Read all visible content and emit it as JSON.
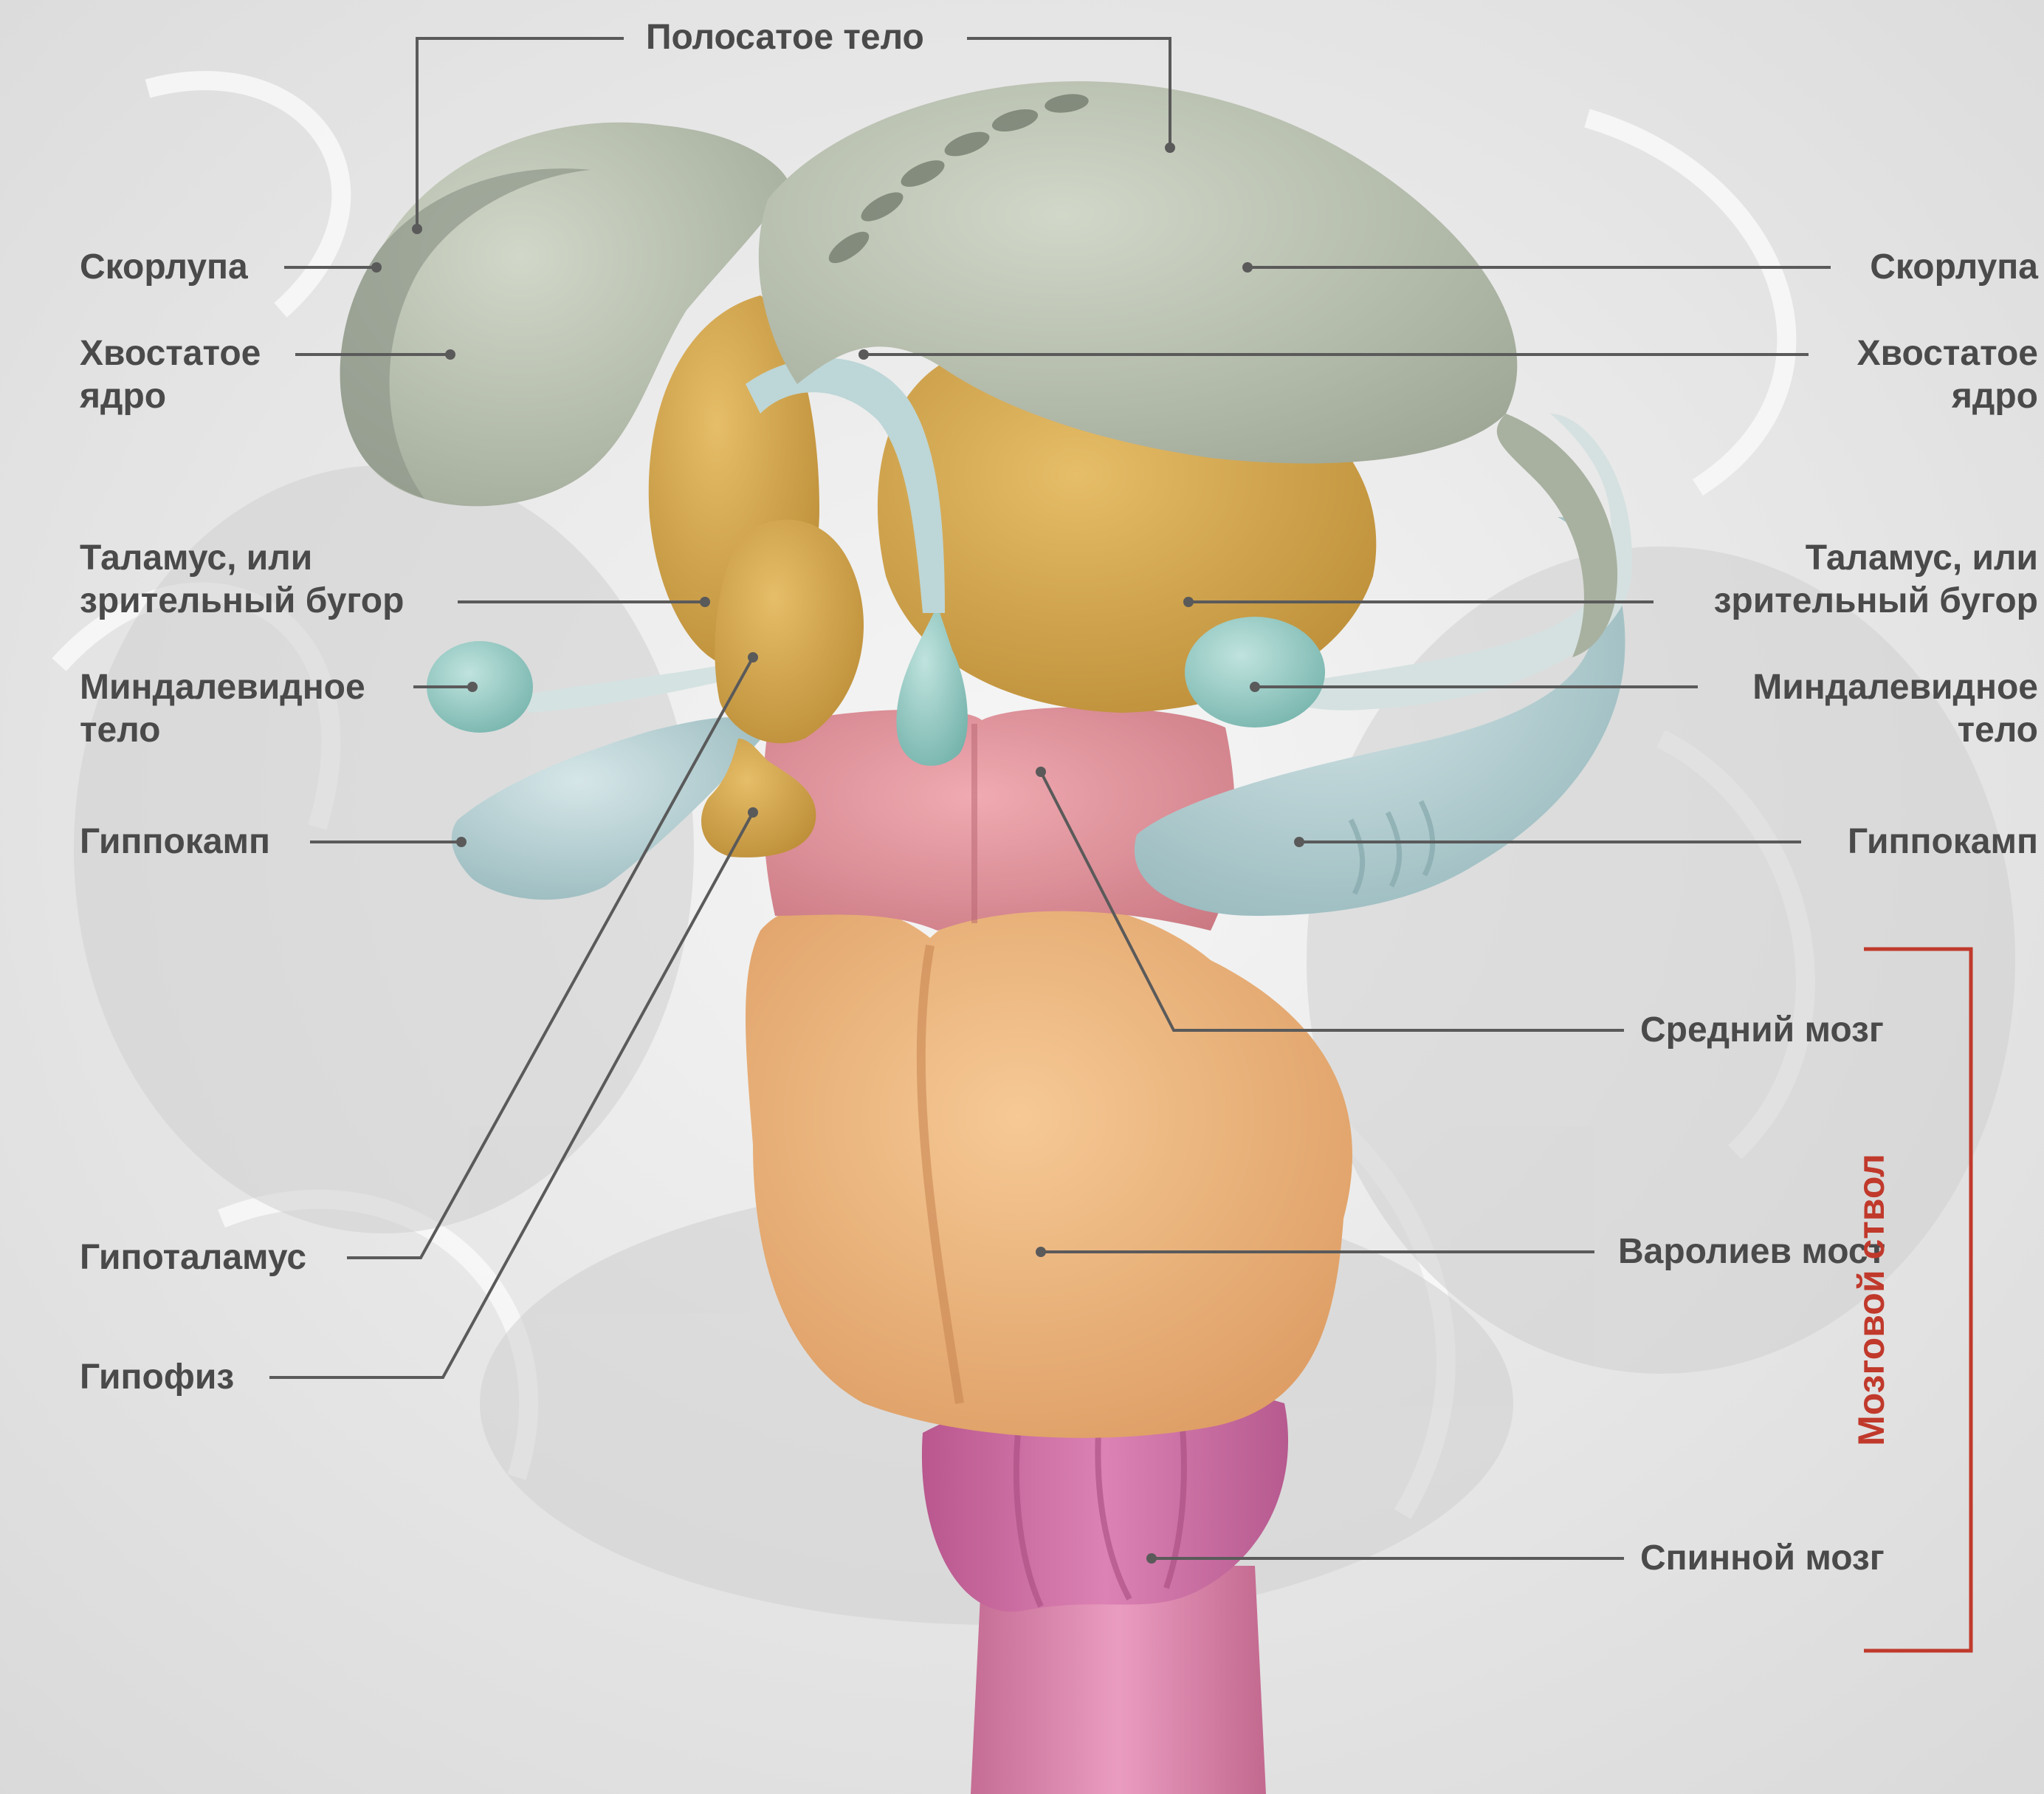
{
  "labels": {
    "striatum": "Полосатое тело",
    "putamen_left": "Скорлупа",
    "putamen_right": "Скорлупа",
    "caudate_left_1": "Хвостатое",
    "caudate_left_2": "ядро",
    "caudate_right_1": "Хвостатое",
    "caudate_right_2": "ядро",
    "thalamus_left_1": "Таламус, или",
    "thalamus_left_2": "зрительный бугор",
    "thalamus_right_1": "Таламус, или",
    "thalamus_right_2": "зрительный бугор",
    "amygdala_left_1": "Миндалевидное",
    "amygdala_left_2": "тело",
    "amygdala_right_1": "Миндалевидное",
    "amygdala_right_2": "тело",
    "hippocampus_left": "Гиппокамп",
    "hippocampus_right": "Гиппокамп",
    "midbrain": "Средний мозг",
    "pons": "Варолиев мост",
    "hypothalamus": "Гипоталамус",
    "pituitary": "Гипофиз",
    "spinal_cord": "Спинной мозг",
    "brain_stem": "Мозговой ствол"
  },
  "colors": {
    "background": "#ececec",
    "label_text": "#4a4a4a",
    "leader_line": "#555555",
    "brain_stem_bracket": "#c0392b",
    "striatum_gray": "#b7bfae",
    "thalamus_gold": "#d6a74f",
    "amygdala_teal": "#9ccfc8",
    "hippocampus_blue": "#b9d3d6",
    "midbrain_pink": "#e79aa2",
    "pons_peach": "#f0b47c",
    "medulla_magenta": "#d46fa6",
    "spinal_pink": "#e08bb0"
  }
}
